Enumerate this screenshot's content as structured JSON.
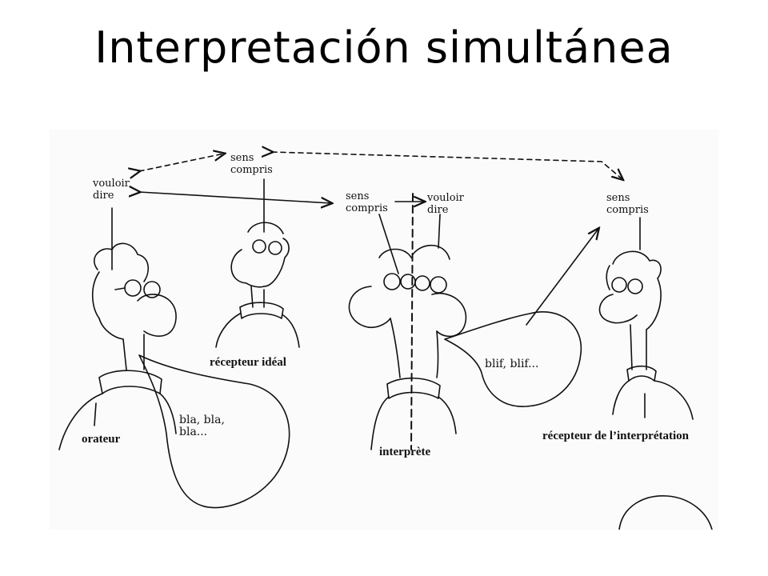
{
  "slide": {
    "title": "Interpretación simultánea"
  },
  "figure": {
    "labels": {
      "vouloir_dire_left": "vouloir\ndire",
      "sens_compris_top": "sens\ncompris",
      "sens_compris_interp": "sens\ncompris",
      "vouloir_dire_interp": "vouloir\ndire",
      "sens_compris_right": "sens\ncompris"
    },
    "bubbles": {
      "speaker": "bla, bla,\nbla...",
      "interpreter": "blif, blif..."
    },
    "roles": {
      "speaker": "orateur",
      "ideal_receiver": "récepteur idéal",
      "interpreter": "interprète",
      "final_receiver": "récepteur de l’interprétation"
    }
  }
}
